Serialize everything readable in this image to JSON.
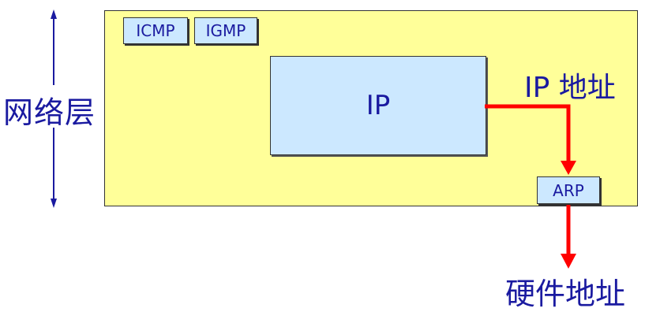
{
  "layer_label": "网络层",
  "protocols": {
    "icmp": "ICMP",
    "igmp": "IGMP",
    "ip": "IP",
    "arp": "ARP"
  },
  "ip_address_label": "IP 地址",
  "hardware_address_label": "硬件地址",
  "colors": {
    "layer_fill": "#ffff99",
    "protocol_fill": "#cce8ff",
    "text": "#1a1aa0",
    "arrow": "#ff0000"
  }
}
